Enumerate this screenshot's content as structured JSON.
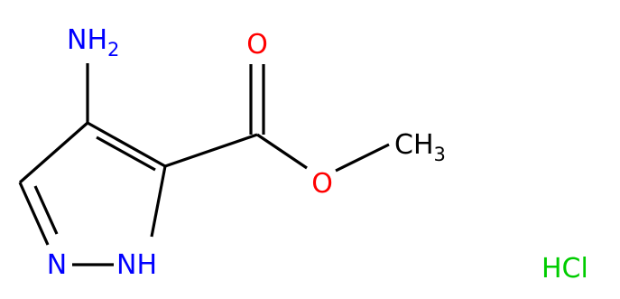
{
  "molecule": {
    "atoms": {
      "amino": {
        "text": "NH",
        "subscript": "2",
        "color": "#0000ff"
      },
      "carbonyl_o": {
        "text": "O",
        "color": "#ff0000"
      },
      "ester_o": {
        "text": "O",
        "color": "#ff0000"
      },
      "methyl": {
        "text": "CH",
        "subscript": "3",
        "color": "#000000"
      },
      "ring_n": {
        "text": "N",
        "color": "#0000ff"
      },
      "ring_nh": {
        "text": "NH",
        "color": "#0000ff"
      }
    },
    "counterion": {
      "text": "HCl",
      "color": "#00cc00"
    },
    "bond_color": "#000000"
  }
}
